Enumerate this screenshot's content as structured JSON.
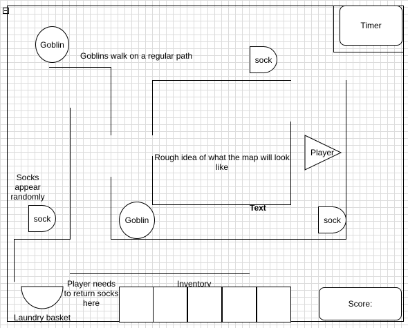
{
  "labels": {
    "goblin_a": "Goblin",
    "goblin_b": "Goblin",
    "goblins_note": "Goblins walk on a regular path",
    "sock_1": "sock",
    "sock_2": "sock",
    "sock_3": "sock",
    "player": "Player",
    "map_note": "Rough idea of what the map will look like",
    "text_label": "Text",
    "socks_note": "Socks appear randomly",
    "timer": "Timer",
    "player_return_note": "Player needs to return socks here",
    "inventory": "Inventory",
    "laundry_basket": "Laundry basket",
    "score": "Score:"
  },
  "colors": {
    "grid": "#dcdcdc",
    "stroke": "#000000",
    "background": "#ffffff"
  },
  "icons": {
    "collapse": "minus-square-icon"
  }
}
